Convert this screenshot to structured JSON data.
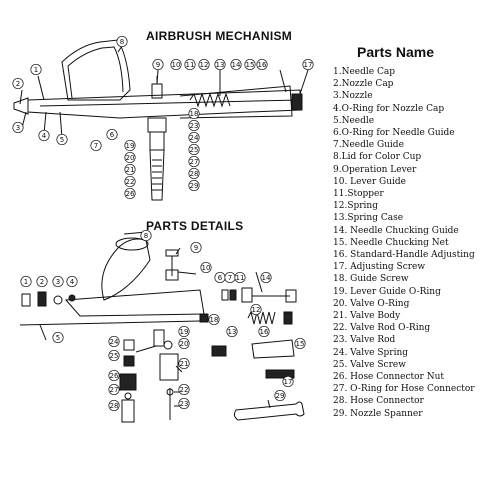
{
  "mechanism_title": "AIRBRUSH MECHANISM",
  "details_title": "PARTS DETAILS",
  "parts_title": "Parts Name",
  "parts": [
    "1.Needle Cap",
    "2.Nozzle Cap",
    "3.Nozzle",
    "4.O-Ring for Nozzle Cap",
    "5.Needle",
    "6.O-Ring for Needle Guide",
    "7.Needle Guide",
    "8.Lid for Color Cup",
    "9.Operation Lever",
    "10. Lever Guide",
    "11.Stopper",
    "12.Spring",
    "13.Spring Case",
    "14. Needle Chucking Guide",
    "15. Needle Chucking Net",
    "16. Standard-Handle Adjusting",
    "17. Adjusting Screw",
    "18. Guide Screw",
    "19. Lever Guide O-Ring",
    "20. Valve O-Ring",
    "21. Valve Body",
    "22. Valve Rod O-Ring",
    "23. Valve Rod",
    "24. Valve Spring",
    "25. Valve Screw",
    "26. Hose Connector Nut",
    "27. O-Ring for Hose Connector",
    "28. Hose Connector",
    "29. Nozzle Spanner"
  ],
  "mechanism_callouts": [
    "1",
    "2",
    "3",
    "4",
    "5",
    "6",
    "7",
    "8",
    "9",
    "10",
    "11",
    "12",
    "13",
    "14",
    "15",
    "16",
    "17",
    "18",
    "19",
    "20",
    "21",
    "22",
    "23",
    "24",
    "25",
    "26",
    "27",
    "28",
    "29"
  ],
  "detail_callouts": [
    "1",
    "2",
    "3",
    "4",
    "5",
    "6",
    "7",
    "8",
    "9",
    "10",
    "11",
    "12",
    "13",
    "14",
    "15",
    "16",
    "17",
    "18",
    "19",
    "20",
    "21",
    "22",
    "23",
    "24",
    "25",
    "26",
    "27",
    "28",
    "29"
  ]
}
